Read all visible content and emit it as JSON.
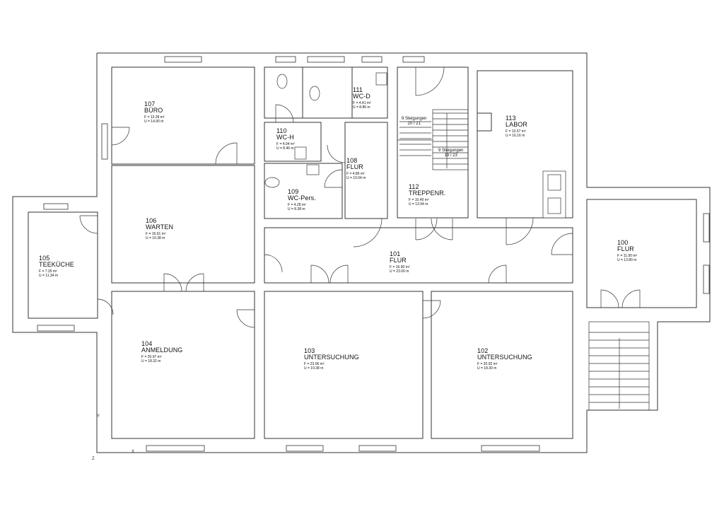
{
  "rooms": [
    {
      "id": "r107",
      "number": "107",
      "name": "BÜRO",
      "area": "F = 13.28 m²",
      "perimeter": "U = 14.90 m"
    },
    {
      "id": "r106",
      "number": "106",
      "name": "WARTEN",
      "area": "F = 16.61 m²",
      "perimeter": "U = 16.38 m"
    },
    {
      "id": "r105",
      "number": "105",
      "name": "TEEKÜCHE",
      "area": "F = 7.35 m²",
      "perimeter": "U = 11.34 m"
    },
    {
      "id": "r104",
      "number": "104",
      "name": "ANMELDUNG",
      "area": "F = 20.97 m²",
      "perimeter": "U = 18.32 m"
    },
    {
      "id": "r103",
      "number": "103",
      "name": "UNTERSUCHUNG",
      "area": "F = 23.06 m²",
      "perimeter": "U = 19.38 m"
    },
    {
      "id": "r102",
      "number": "102",
      "name": "UNTERSUCHUNG",
      "area": "F = 20.92 m²",
      "perimeter": "U = 18.30 m"
    },
    {
      "id": "r101",
      "number": "101",
      "name": "FLUR",
      "area": "F = 16.90 m²",
      "perimeter": "U = 23.00 m"
    },
    {
      "id": "r100",
      "number": "100",
      "name": "FLUR",
      "area": "F = 11.90 m²",
      "perimeter": "U = 13.80 m"
    },
    {
      "id": "r113",
      "number": "113",
      "name": "LABOR",
      "area": "F = 13.57 m²",
      "perimeter": "U = 16.16 m"
    },
    {
      "id": "r112",
      "number": "112",
      "name": "TREPPENR.",
      "area": "F = 10.49 m²",
      "perimeter": "U = 13.94 m"
    },
    {
      "id": "r111",
      "number": "111",
      "name": "WC-D",
      "area": "F = 4.41 m²",
      "perimeter": "U = 8.86 m"
    },
    {
      "id": "r110",
      "number": "110",
      "name": "WC-H",
      "area": "F = 4.04 m²",
      "perimeter": "U = 8.46 m"
    },
    {
      "id": "r109",
      "number": "109",
      "name": "WC-Pers.",
      "area": "F = 4.28 m²",
      "perimeter": "U = 8.38 m"
    },
    {
      "id": "r108",
      "number": "108",
      "name": "FLUR",
      "area": "F = 4.86 m²",
      "perimeter": "U = 10.04 m"
    }
  ],
  "stairs": [
    {
      "id": "s1",
      "line1": "9 Steigungen",
      "line2": "20 / 21"
    },
    {
      "id": "s2",
      "line1": "9 Steigungen",
      "line2": "19 / 23"
    }
  ],
  "axes": {
    "y": "Y",
    "x": "X",
    "z": "Z"
  }
}
